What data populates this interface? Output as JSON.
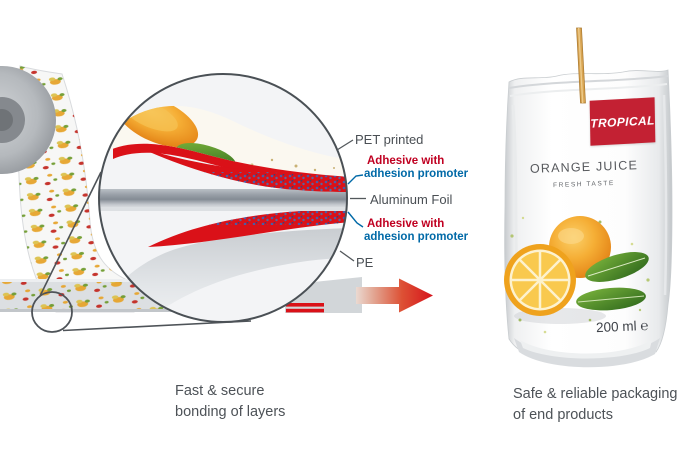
{
  "colors": {
    "label-gray": "#4a4f54",
    "label-red": "#c00021",
    "label-blue": "#0069a7",
    "caption-gray": "#4d5257",
    "tag-red": "#c32133",
    "adhesive-red": "#da1118",
    "arrow-red": "#d6131c",
    "pouch-text-gray": "#57595d"
  },
  "magnifier": {
    "labels": [
      {
        "text": "PET printed"
      },
      {
        "line1": "Adhesive with",
        "line2": "adhesion promoter"
      },
      {
        "text": "Aluminum Foil"
      },
      {
        "line1": "Adhesive with",
        "line2": "adhesion promoter"
      },
      {
        "text": "PE"
      }
    ]
  },
  "captions": {
    "left": {
      "line1": "Fast & secure",
      "line2": "bonding of layers"
    },
    "right": {
      "line1": "Safe & reliable packaging",
      "line2": "of end products"
    }
  },
  "pouch": {
    "brand": "TROPICAL",
    "product_name": "ORANGE JUICE",
    "tagline": "FRESH TASTE",
    "volume": "200 ml ℮"
  }
}
